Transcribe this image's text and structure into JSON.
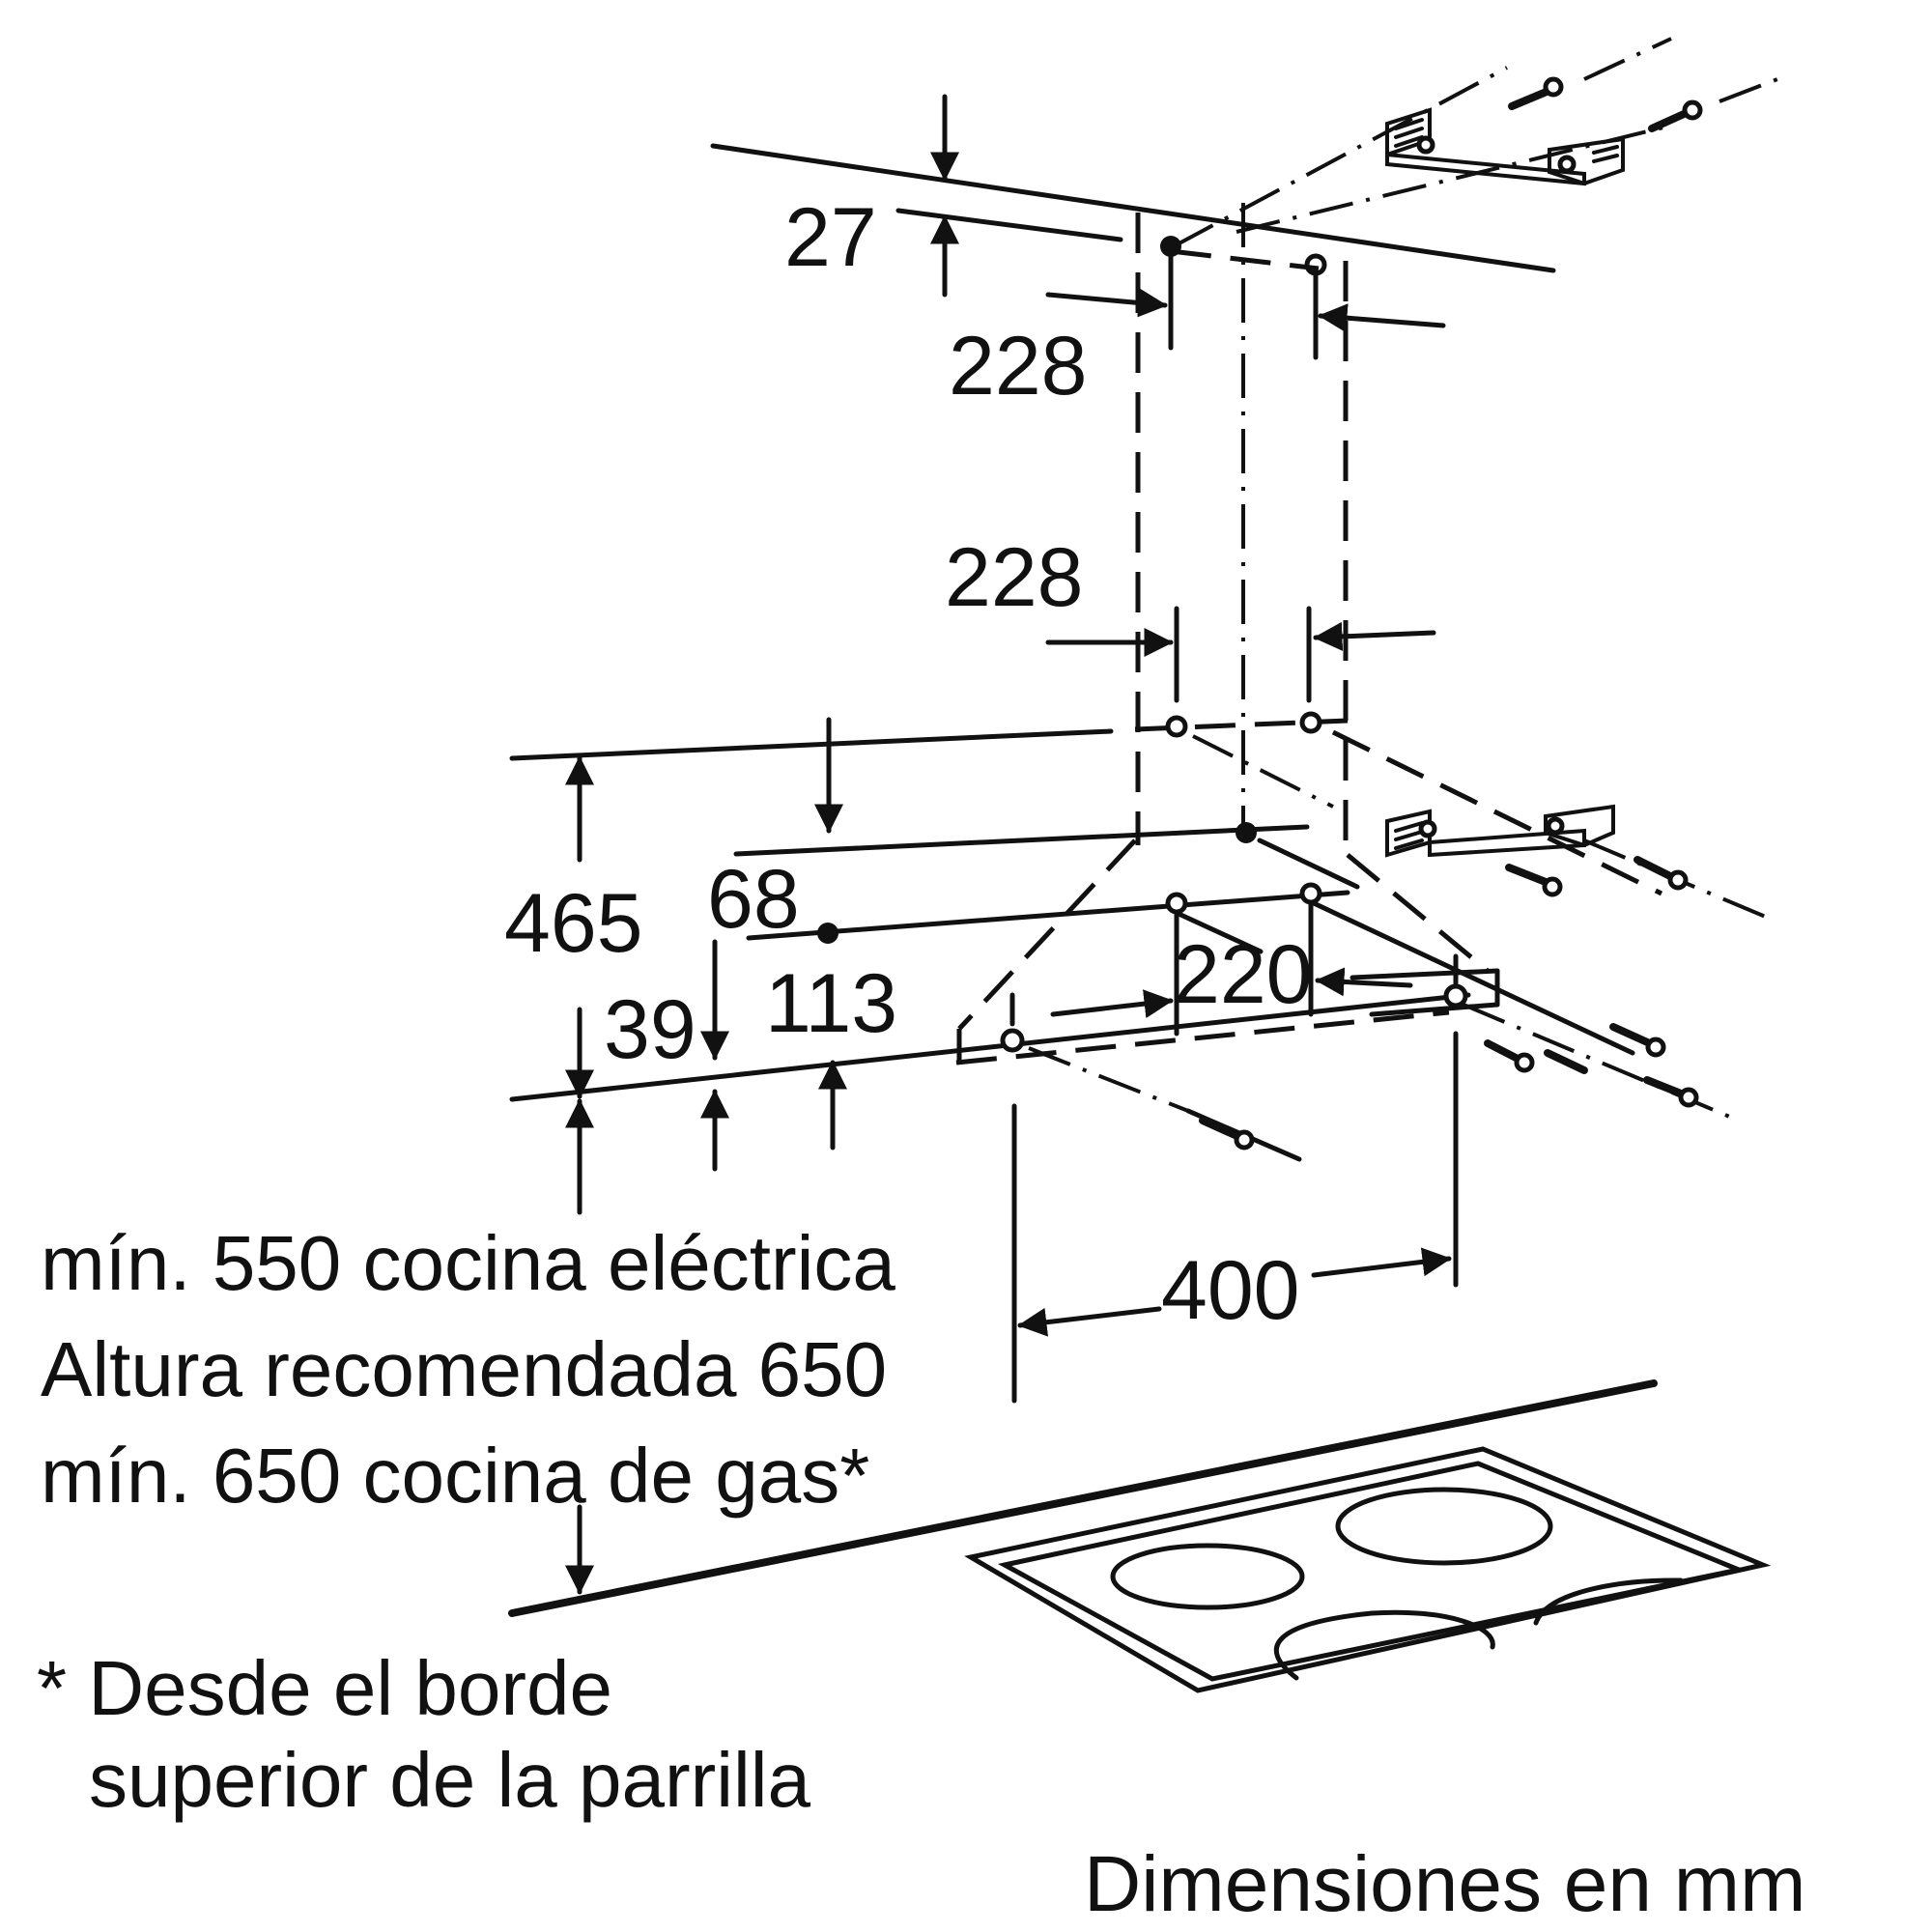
{
  "dimensions": {
    "d27": "27",
    "d228_top": "228",
    "d228_mid": "228",
    "d465": "465",
    "d68": "68",
    "d39": "39",
    "d113": "113",
    "d220": "220",
    "d400": "400"
  },
  "notes": {
    "min_electric": "mín. 550 cocina eléctrica",
    "recommended": "Altura recomendada 650",
    "min_gas": "mín. 650 cocina de gas*",
    "footnote_line1": "* Desde el borde",
    "footnote_line2": "superior de la parrilla"
  },
  "units": "Dimensiones en mm"
}
